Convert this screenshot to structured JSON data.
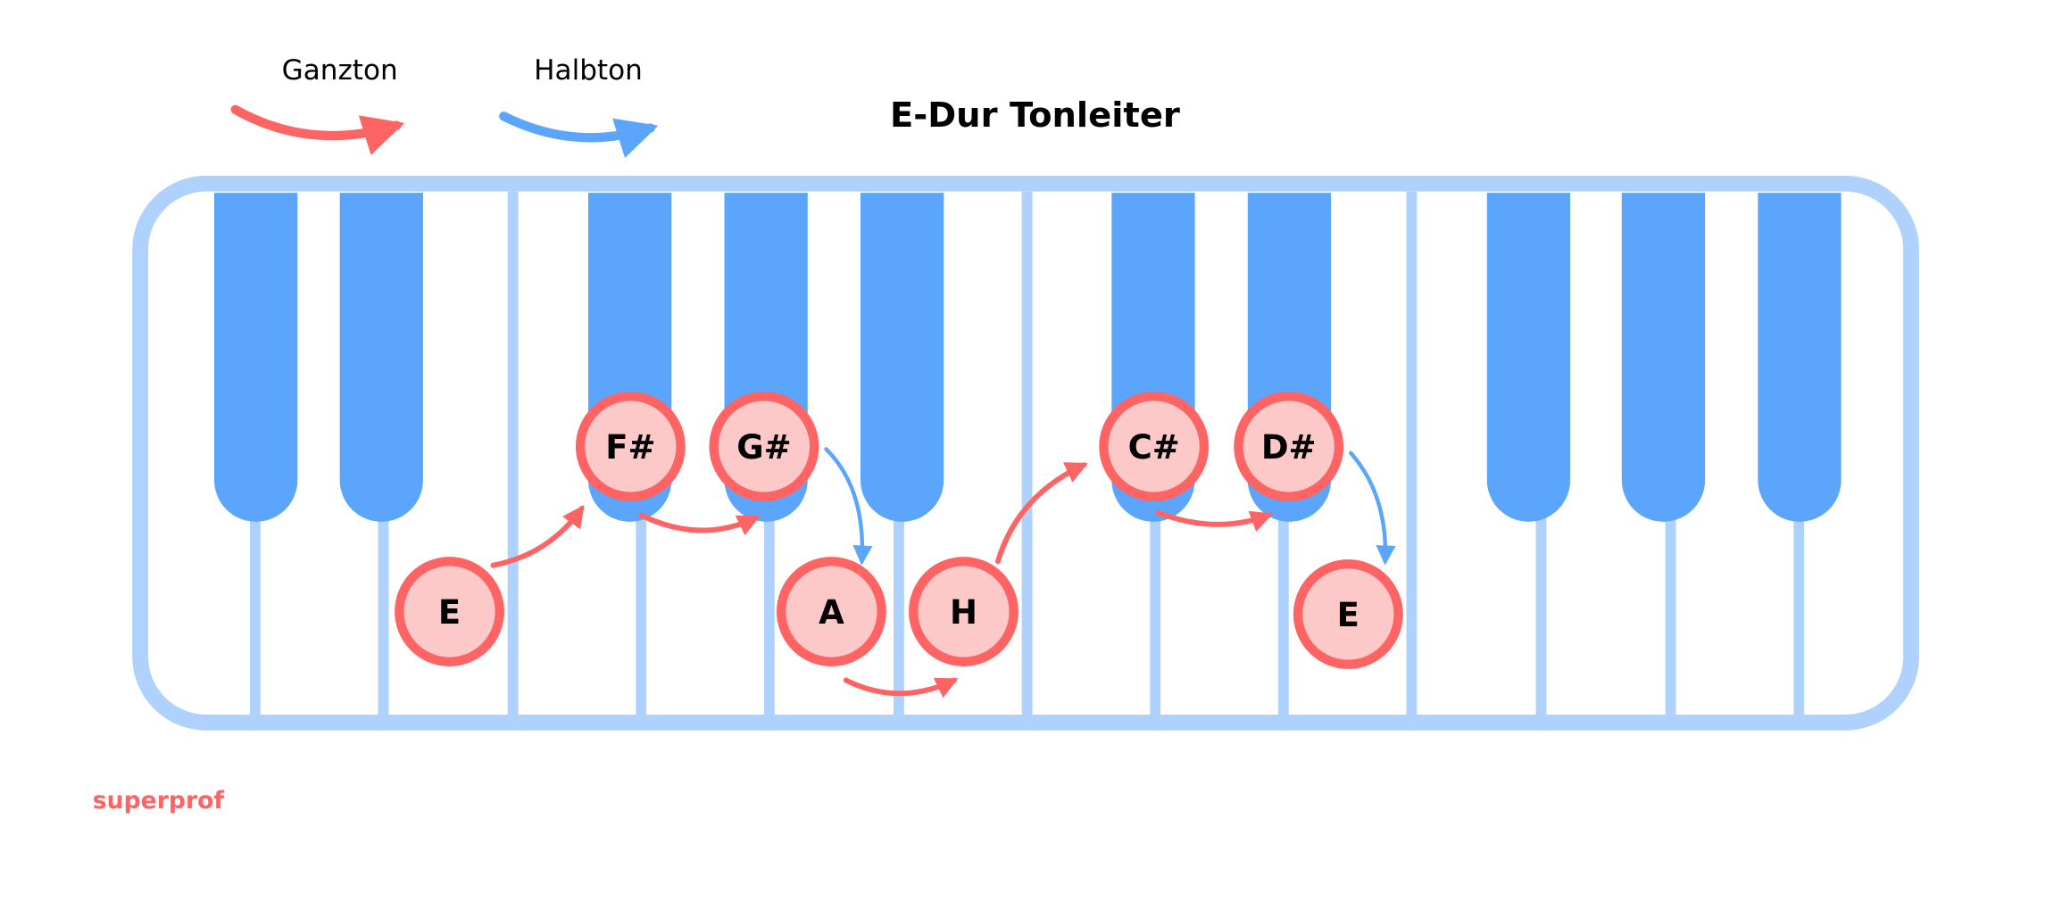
{
  "legend": {
    "whole_tone": "Ganzton",
    "half_tone": "Halbton"
  },
  "title": "E-Dur Tonleiter",
  "brand": "superprof",
  "colors": {
    "frame": "#aed2fd",
    "black_key": "#5ca5fc",
    "whole_tone": "#ff6464",
    "half_tone": "#5ca5fc",
    "note_fill": "#fdc8c8",
    "note_border": "#ff6464"
  },
  "notes": [
    {
      "label": "E"
    },
    {
      "label": "F#"
    },
    {
      "label": "G#"
    },
    {
      "label": "A"
    },
    {
      "label": "H"
    },
    {
      "label": "C#"
    },
    {
      "label": "D#"
    },
    {
      "label": "E"
    }
  ],
  "steps": [
    "Ganzton",
    "Ganzton",
    "Halbton",
    "Ganzton",
    "Ganzton",
    "Ganzton",
    "Halbton"
  ]
}
